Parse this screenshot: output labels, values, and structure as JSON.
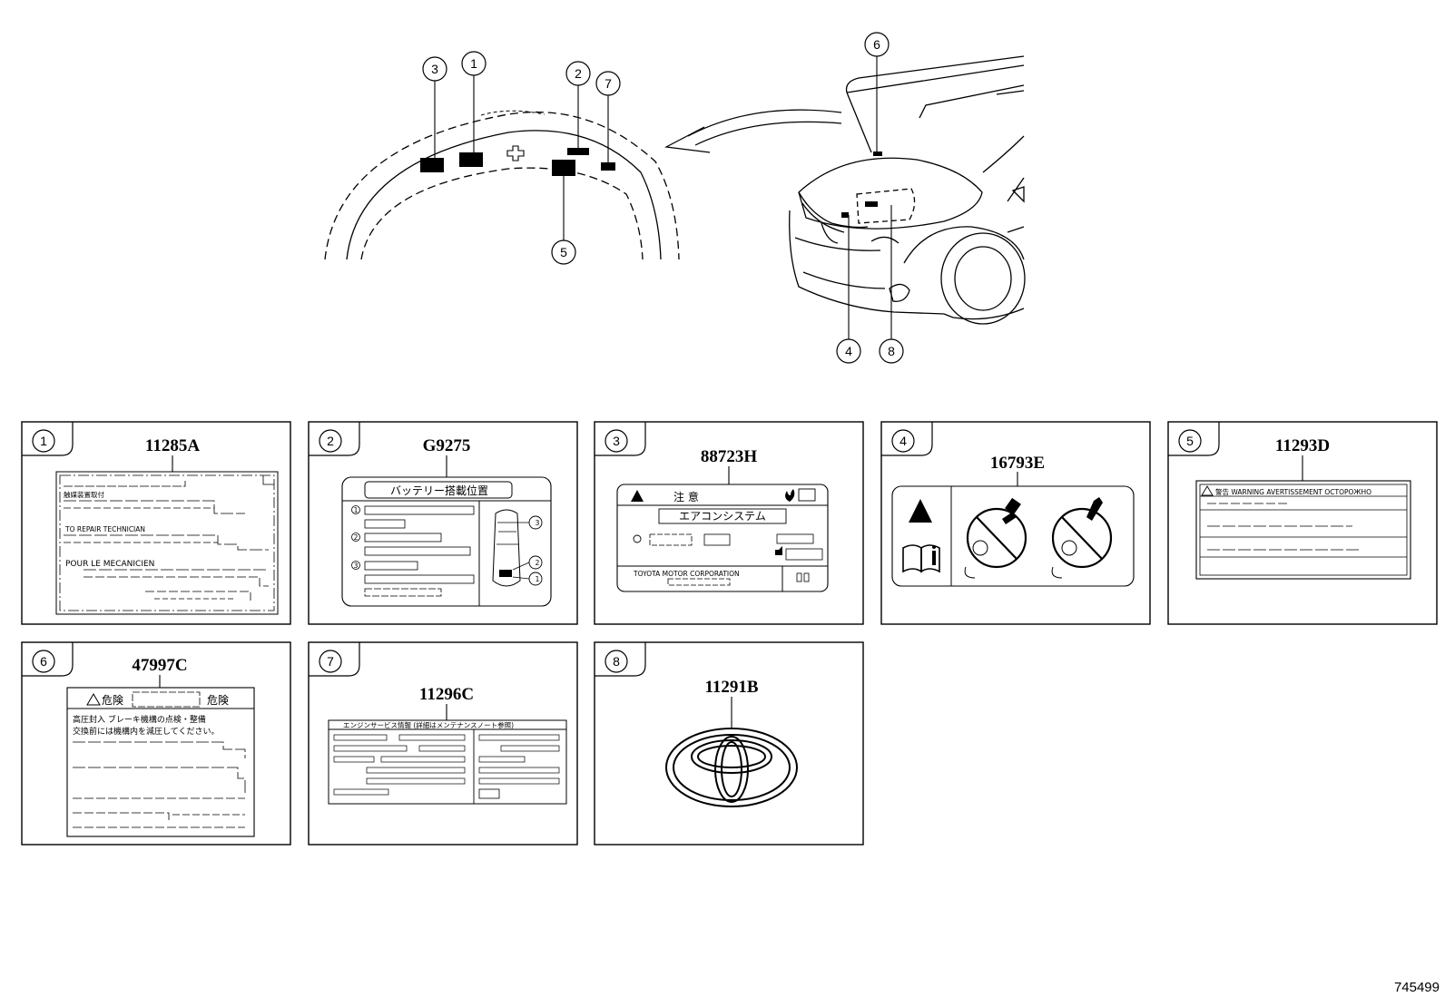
{
  "callouts": [
    "1",
    "2",
    "3",
    "4",
    "5",
    "6",
    "7",
    "8"
  ],
  "parts": [
    {
      "num": "1",
      "part_no": "11285A"
    },
    {
      "num": "2",
      "part_no": "G9275"
    },
    {
      "num": "3",
      "part_no": "88723H"
    },
    {
      "num": "4",
      "part_no": "16793E"
    },
    {
      "num": "5",
      "part_no": "11293D"
    },
    {
      "num": "6",
      "part_no": "47997C"
    },
    {
      "num": "7",
      "part_no": "11296C"
    },
    {
      "num": "8",
      "part_no": "11291B"
    }
  ],
  "label_texts": {
    "p1_line1": "触媒装置取付",
    "p1_line2": "TO REPAIR TECHNICIAN",
    "p1_line3": "POUR LE MECANICIEN",
    "p2_title": "バッテリー搭載位置",
    "p3_caution": "注 意",
    "p3_title": "エアコンシステム",
    "p3_maker": "TOYOTA MOTOR CORPORATION",
    "p5_header": "警告 WARNING AVERTISSEMENT OCTOPOЖНО",
    "p6_danger_left": "危険",
    "p6_danger_right": "危険",
    "p6_line1": "高圧封入 ブレーキ機構の点検・整備",
    "p6_line2": "交換前には機構内を減圧してください。",
    "p7_header": "エンジンサービス情報 (詳細はメンテナンスノート参照)"
  },
  "reference_id": "745499"
}
